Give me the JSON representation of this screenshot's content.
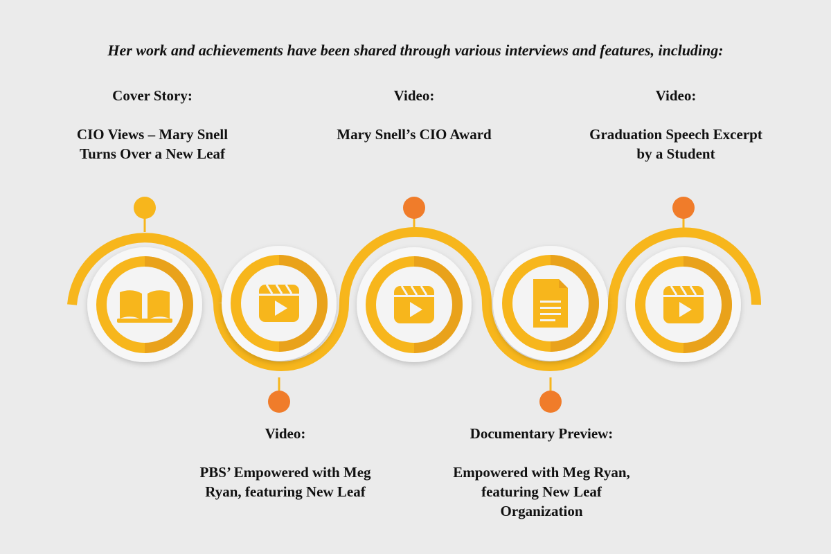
{
  "heading": "Her work and achievements have been shared through various interviews and features, including:",
  "colors": {
    "bg": "#ebebeb",
    "gold": "#f7b61c",
    "gold_dark": "#e9a21b",
    "orange": "#f07c2a",
    "white": "#f7f7f7"
  },
  "items": [
    {
      "title": "Cover Story:",
      "desc": "CIO Views – Mary Snell Turns Over a New Leaf",
      "icon": "book-icon",
      "side": "top"
    },
    {
      "title": "Video:",
      "desc": "PBS’ Empowered with Meg Ryan, featuring New Leaf",
      "icon": "video-icon",
      "side": "bottom"
    },
    {
      "title": "Video:",
      "desc": "Mary Snell’s CIO Award",
      "icon": "video-icon",
      "side": "top"
    },
    {
      "title": "Documentary Preview:",
      "desc": "Empowered with Meg Ryan, featuring New Leaf Organization",
      "icon": "document-icon",
      "side": "bottom"
    },
    {
      "title": "Video:",
      "desc": "Graduation Speech Excerpt by a Student",
      "icon": "video-icon",
      "side": "top"
    }
  ]
}
